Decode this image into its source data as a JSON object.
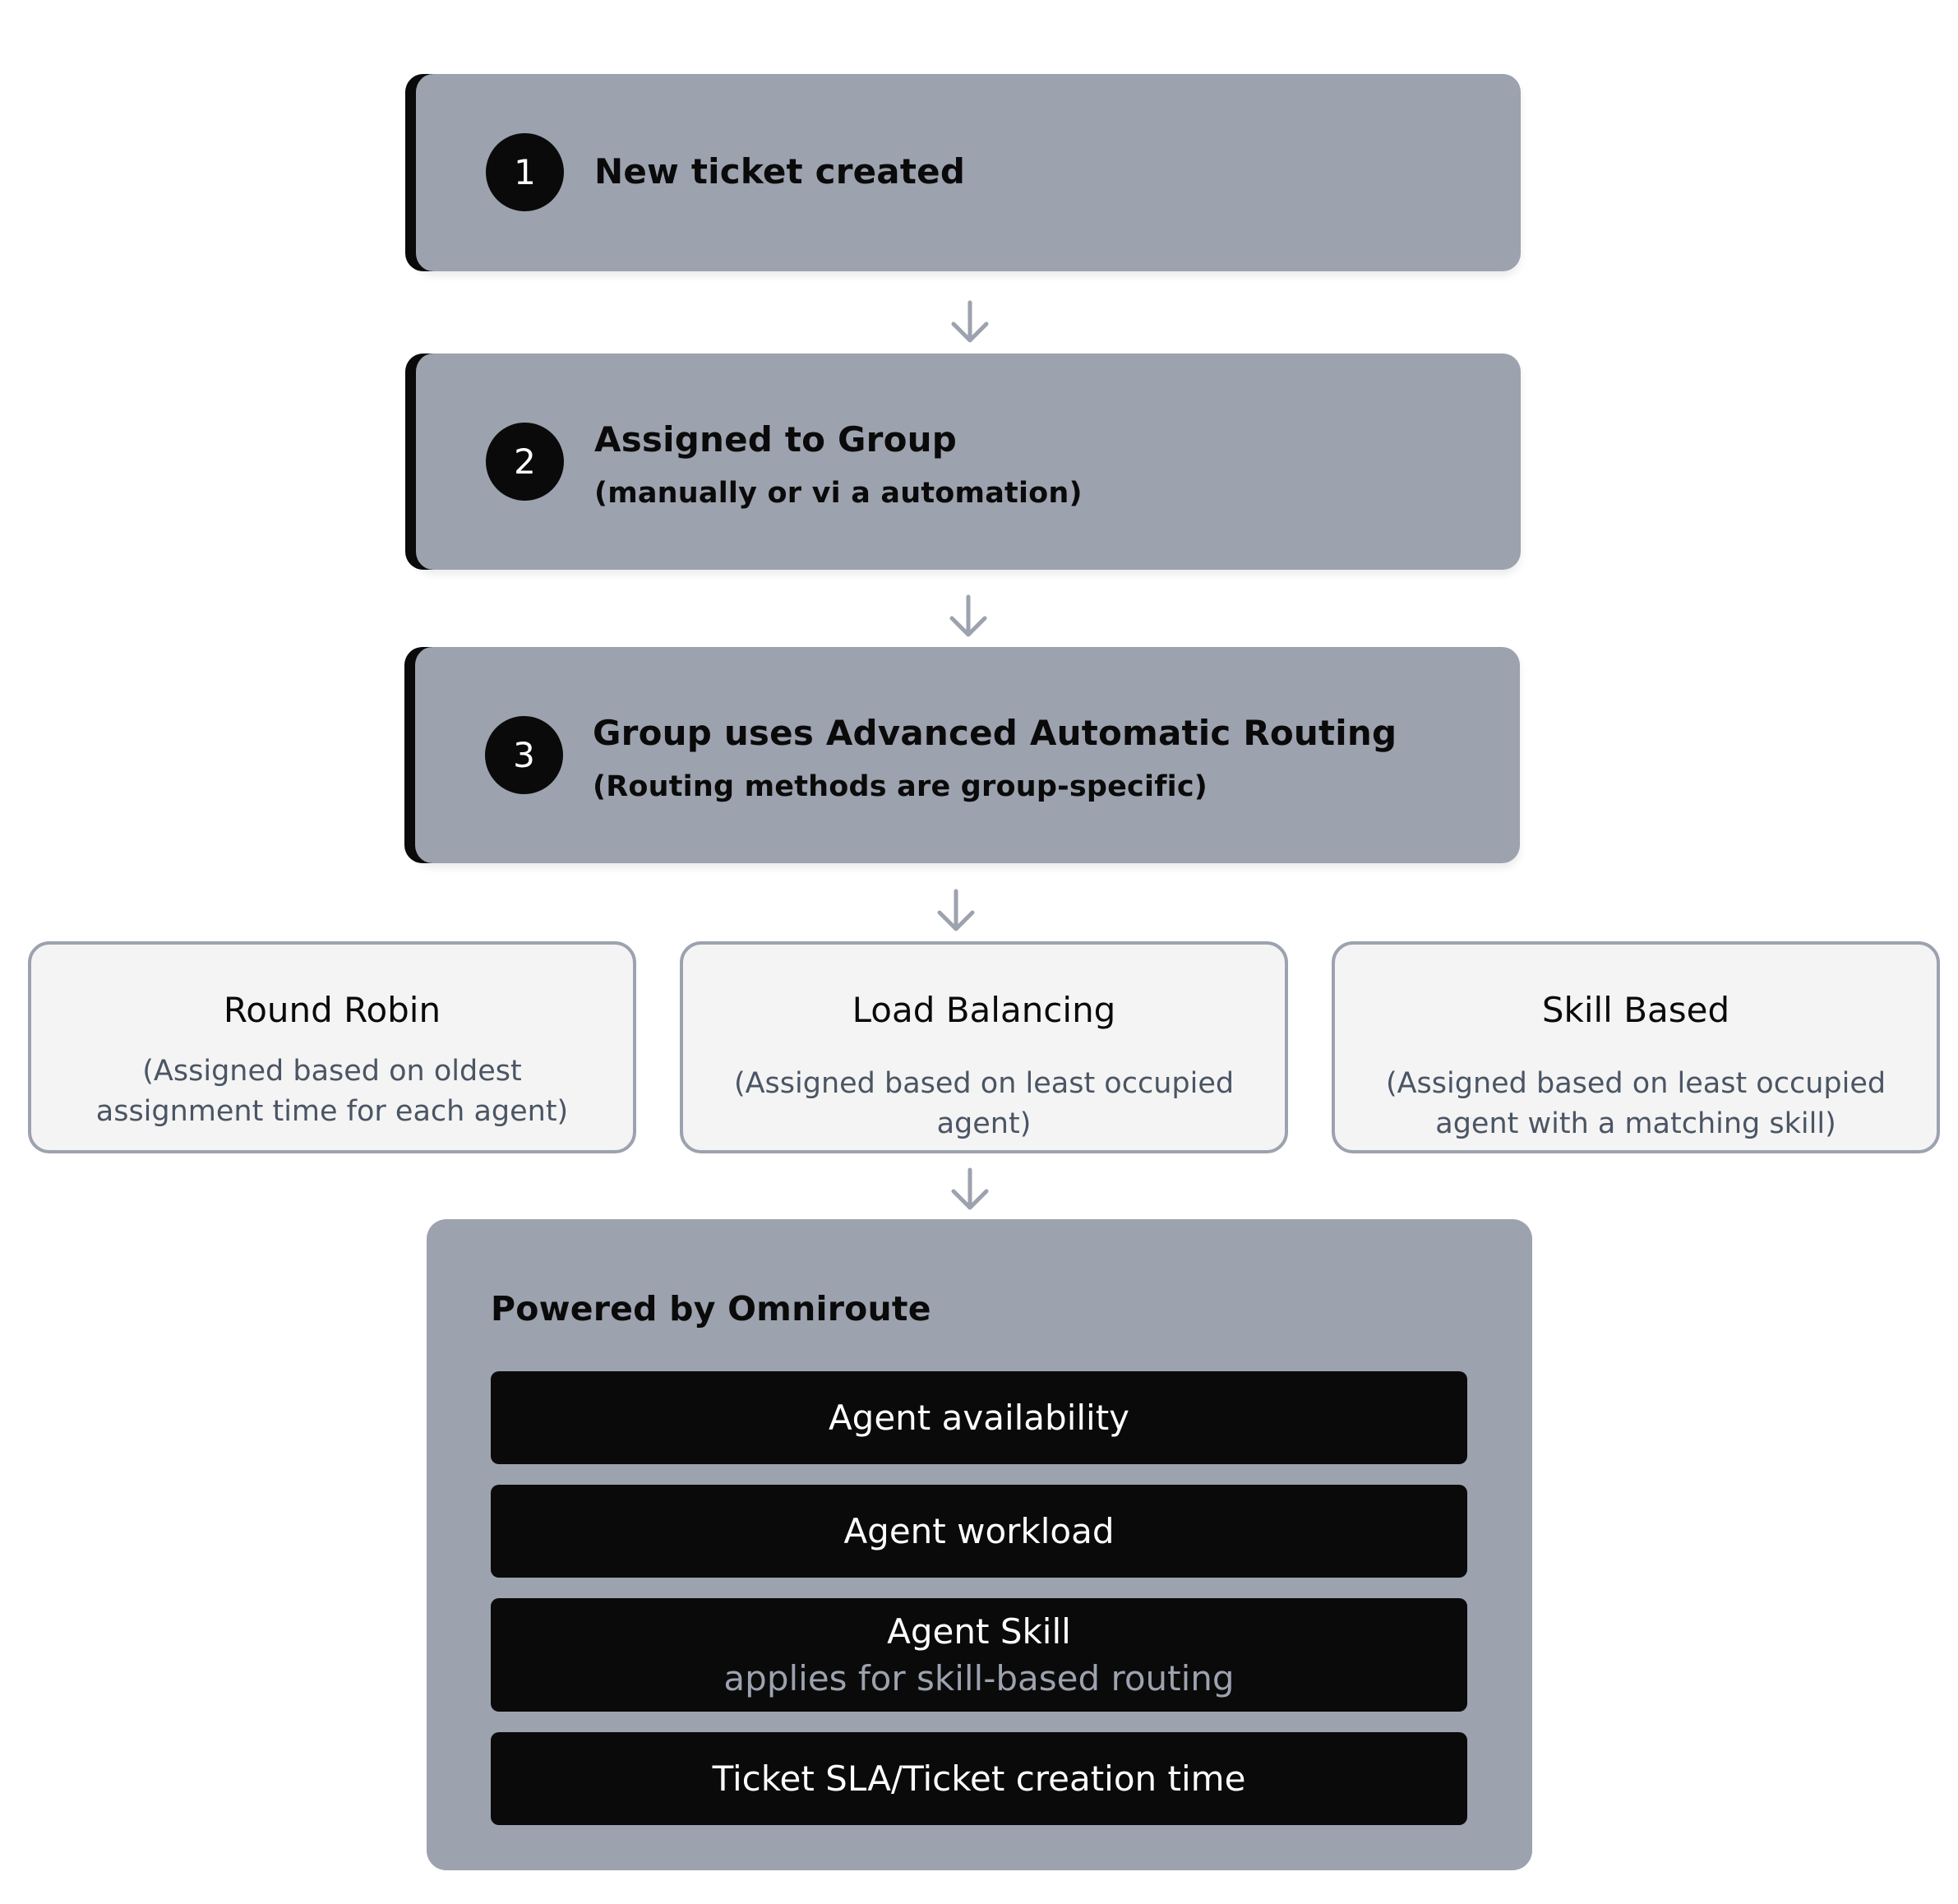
{
  "steps": [
    {
      "number": "1",
      "title": "New ticket created",
      "subtitle": ""
    },
    {
      "number": "2",
      "title": "Assigned to Group",
      "subtitle": "(manually or vi a automation)"
    },
    {
      "number": "3",
      "title": "Group uses Advanced Automatic Routing",
      "subtitle": "(Routing methods are group-specific)"
    }
  ],
  "methods": [
    {
      "title": "Round Robin",
      "description_line1": "(Assigned based on oldest",
      "description_line2": "assignment time for each agent)"
    },
    {
      "title": "Load Balancing",
      "description_line1": "(Assigned based on least occupied agent)",
      "description_line2": ""
    },
    {
      "title": "Skill Based",
      "description_line1": "(Assigned based on least occupied",
      "description_line2": "agent with a matching skill)"
    }
  ],
  "powered": {
    "title": "Powered by Omniroute",
    "factors": [
      {
        "label": "Agent availability",
        "note": ""
      },
      {
        "label": "Agent workload",
        "note": ""
      },
      {
        "label": "Agent Skill",
        "note": "applies for skill-based routing"
      },
      {
        "label": "Ticket SLA/Ticket creation time",
        "note": ""
      }
    ]
  },
  "colors": {
    "card_fill": "#9ca2ae",
    "accent_dark": "#0a0a0a",
    "method_fill": "#f4f4f5",
    "method_text": "#4b5563",
    "arrow": "#9ca2ae"
  },
  "icons": {
    "arrow": "arrow-down-icon"
  }
}
